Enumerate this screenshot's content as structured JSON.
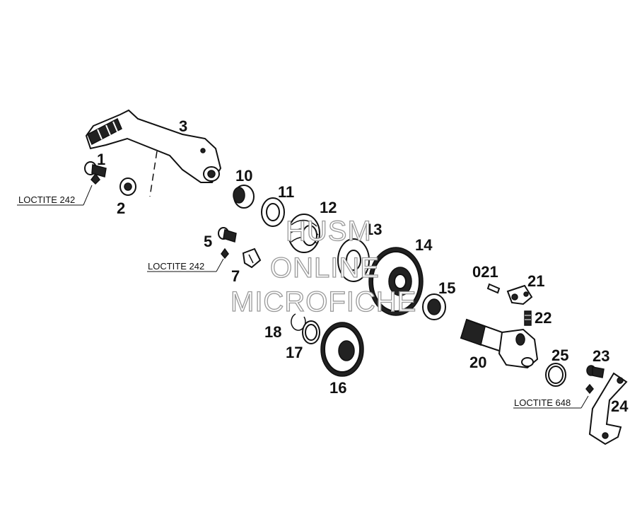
{
  "labels": {
    "p1": "1",
    "p2": "2",
    "p3": "3",
    "p5": "5",
    "p7": "7",
    "p10": "10",
    "p11": "11",
    "p12": "12",
    "p13": "13",
    "p14": "14",
    "p15": "15",
    "p16": "16",
    "p17": "17",
    "p18": "18",
    "p20": "20",
    "p21": "21",
    "p021": "021",
    "p22": "22",
    "p23": "23",
    "p24": "24",
    "p25": "25"
  },
  "notes": {
    "loctite_a": "LOCTITE 242",
    "loctite_b": "LOCTITE 242",
    "loctite_c": "LOCTITE 648"
  },
  "watermark": {
    "line1": "HUSM",
    "line2": "ONLINE",
    "line3": "MICROFICHE"
  }
}
